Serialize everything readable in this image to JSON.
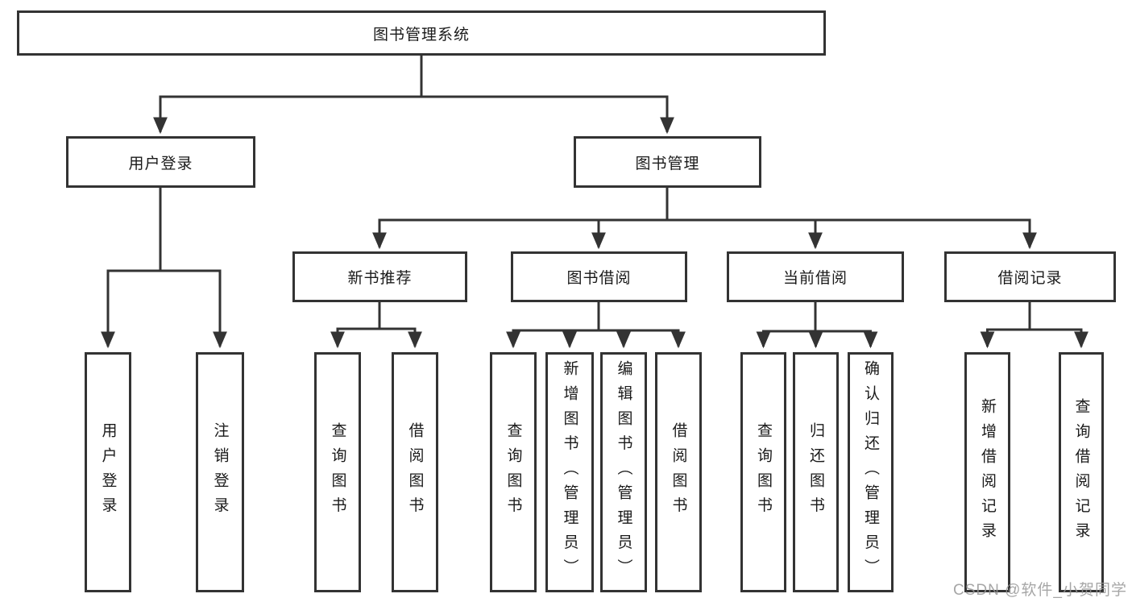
{
  "diagram": {
    "type": "hierarchy-tree",
    "colors": {
      "line": "#333333",
      "box_border": "#333333",
      "text": "#1a1a1a",
      "watermark": "#969696",
      "background": "#ffffff"
    },
    "tree": {
      "root": {
        "label": "图书管理系统",
        "children": [
          {
            "label": "用户登录",
            "children": [
              {
                "label": "用户登录"
              },
              {
                "label": "注销登录"
              }
            ]
          },
          {
            "label": "图书管理",
            "children": [
              {
                "label": "新书推荐",
                "children": [
                  {
                    "label": "查询图书"
                  },
                  {
                    "label": "借阅图书"
                  }
                ]
              },
              {
                "label": "图书借阅",
                "children": [
                  {
                    "label": "查询图书"
                  },
                  {
                    "label": "新增图书（管理员）"
                  },
                  {
                    "label": "编辑图书（管理员）"
                  },
                  {
                    "label": "借阅图书"
                  }
                ]
              },
              {
                "label": "当前借阅",
                "children": [
                  {
                    "label": "查询图书"
                  },
                  {
                    "label": "归还图书"
                  },
                  {
                    "label": "确认归还（管理员）"
                  }
                ]
              },
              {
                "label": "借阅记录",
                "children": [
                  {
                    "label": "新增借阅记录"
                  },
                  {
                    "label": "查询借阅记录"
                  }
                ]
              }
            ]
          }
        ]
      }
    },
    "watermark": {
      "text": "CSDN @软件_小贺同学"
    }
  }
}
